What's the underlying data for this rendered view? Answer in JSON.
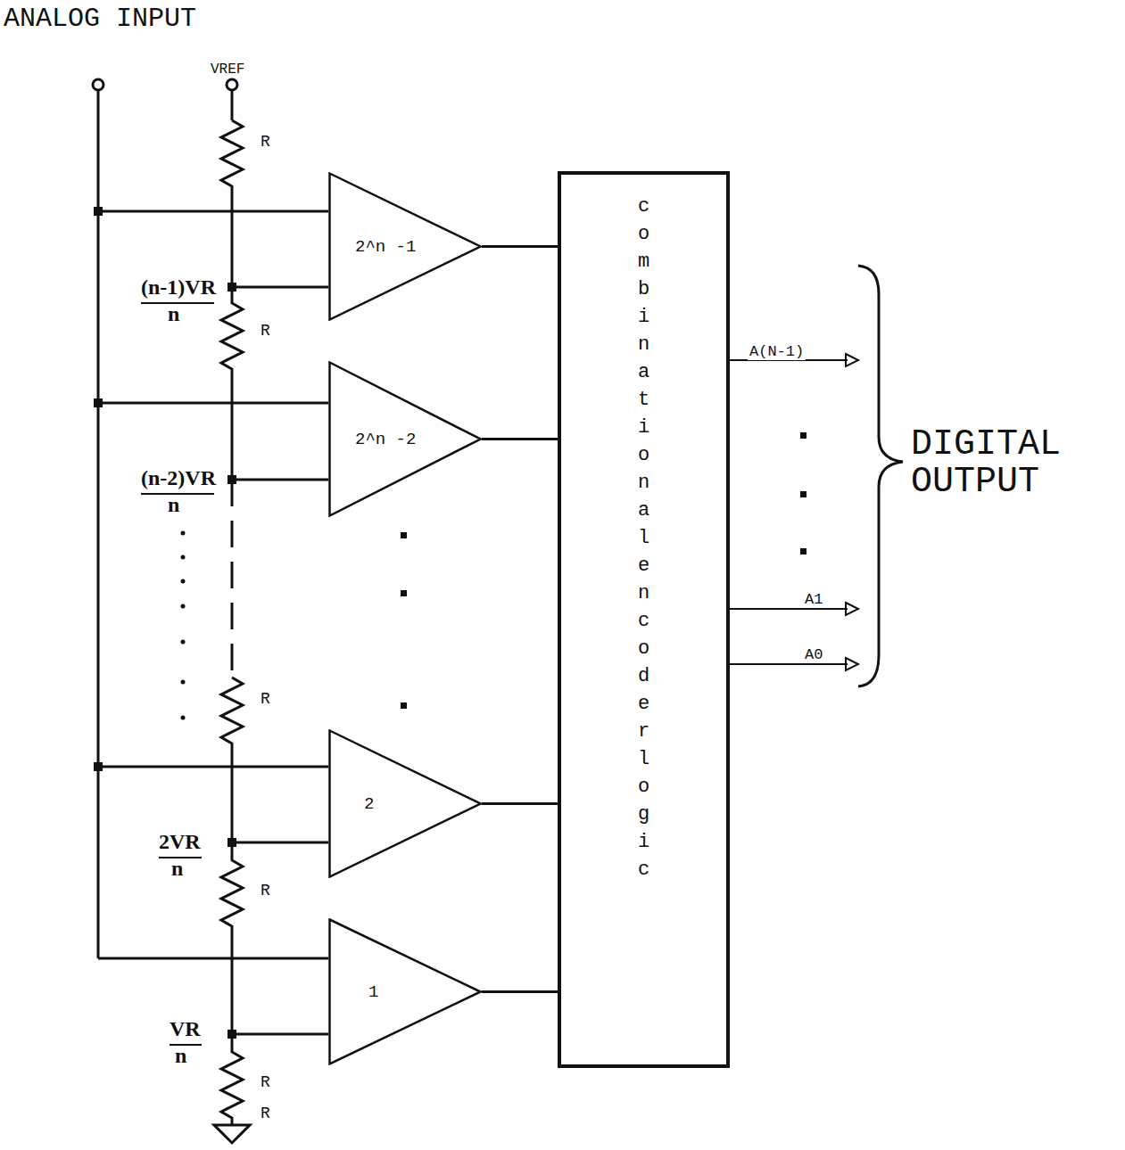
{
  "diagram": {
    "nodes": [
      {
        "text": [
          "2^n -1"
        ]
      },
      {
        "text": [
          "2^n -2"
        ]
      },
      {
        "text": [
          "2"
        ]
      },
      {
        "text": [
          "1"
        ]
      },
      {
        "text": [
          "combinational encoder logic"
        ]
      }
    ],
    "edges": [
      {
        "from": 0,
        "to": 4,
        "arrow": "none"
      },
      {
        "from": 1,
        "to": 4,
        "arrow": "none"
      },
      {
        "from": 2,
        "to": 4,
        "arrow": "none"
      },
      {
        "from": 3,
        "to": 4,
        "arrow": "none"
      }
    ],
    "labels": [
      "ANALOG INPUT",
      "VREF",
      "R",
      "R",
      "R",
      "R",
      "R",
      "R",
      "(n-1)VR",
      "n",
      "(n-2)VR",
      "n",
      "2VR",
      "n",
      "VR",
      "n",
      "A(N-1)",
      "A1",
      "A0",
      "DIGITAL OUTPUT"
    ]
  }
}
